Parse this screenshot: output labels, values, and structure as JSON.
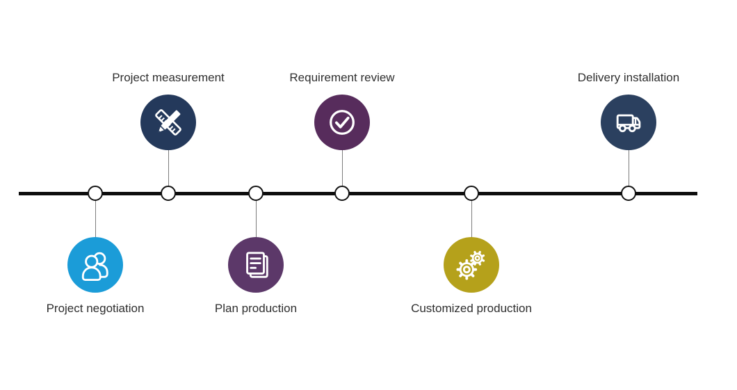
{
  "timeline": {
    "background": "#ffffff",
    "line_color": "#0d0d0d",
    "node_fill": "#ffffff",
    "node_border": "#111111",
    "connector_color": "#7c7c7c",
    "label_color": "#2e2e2e",
    "steps": [
      {
        "label": "Project negotiation",
        "side": "below",
        "color": "#1B9CD8",
        "icon": "users-icon"
      },
      {
        "label": "Project measurement",
        "side": "above",
        "color": "#24395B",
        "icon": "ruler-pencil-icon"
      },
      {
        "label": "Plan production",
        "side": "below",
        "color": "#5C3869",
        "icon": "document-icon"
      },
      {
        "label": "Requirement review",
        "side": "above",
        "color": "#572C5C",
        "icon": "check-circle-icon"
      },
      {
        "label": "Customized production",
        "side": "below",
        "color": "#B5A11B",
        "icon": "gears-icon"
      },
      {
        "label": "Delivery installation",
        "side": "above",
        "color": "#2B405F",
        "icon": "truck-icon"
      }
    ]
  }
}
